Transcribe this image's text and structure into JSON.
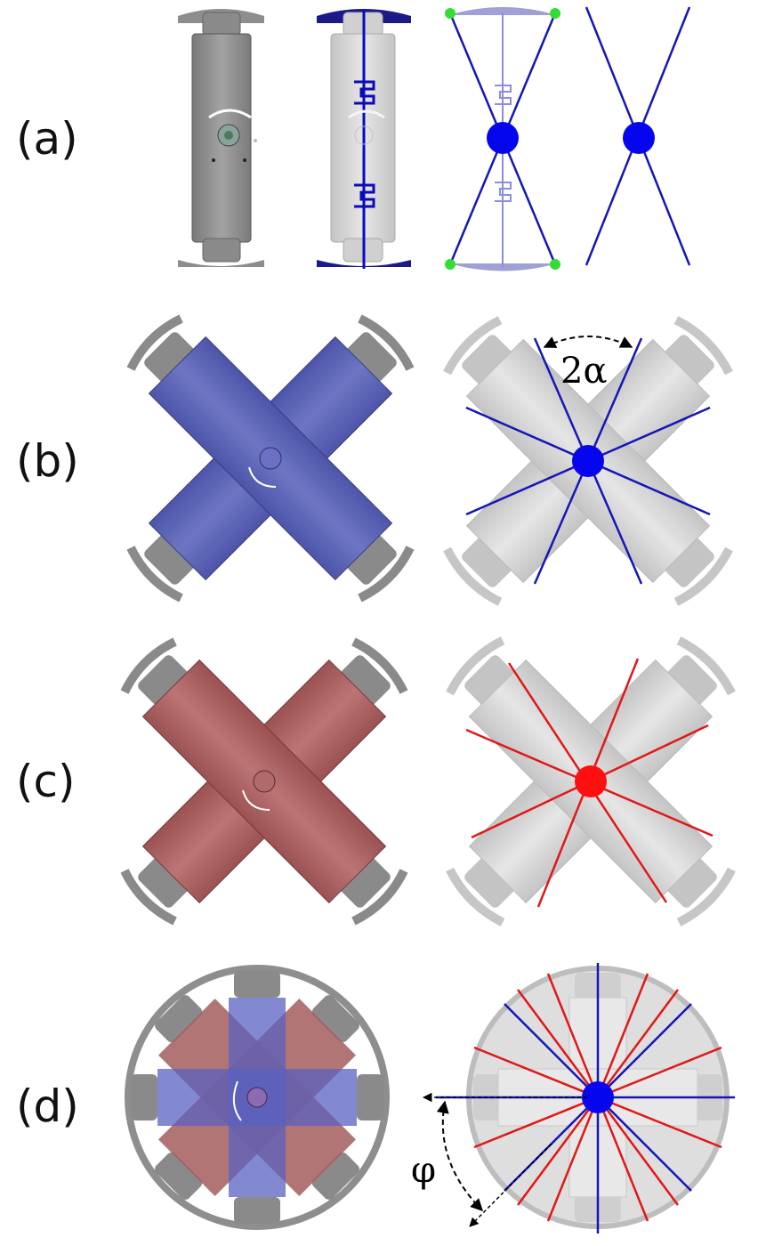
{
  "rows": [
    {
      "label": "(a)"
    },
    {
      "label": "(b)"
    },
    {
      "label": "(c)"
    },
    {
      "label": "(d)"
    }
  ],
  "annotations": {
    "alpha": "2α",
    "phi": "φ"
  },
  "colors": {
    "blue_module": "#5a62b8",
    "red_module": "#a75f5f",
    "line_blue": "#1616b4",
    "line_red": "#e01818",
    "point_blue": "#0606ee",
    "point_red": "#ff0f0f",
    "wheel_gray": "#8e8e8e",
    "body_gray": "#c9c9c9",
    "green_node": "#33dd33"
  }
}
